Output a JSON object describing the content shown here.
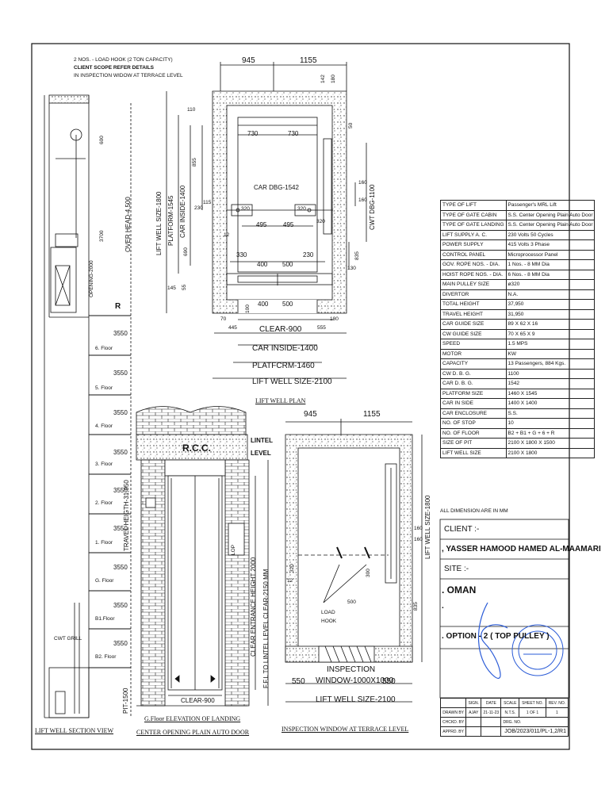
{
  "colors": {
    "ink": "#111111",
    "stamp": "#2a5bd7",
    "paper": "#ffffff"
  },
  "notes": {
    "hook_line1": "2 NOS. - LOAD HOOK (2 TON CAPACITY)",
    "hook_line2": "CLIENT SCOPE REFER DETAILS",
    "hook_line3": "IN INSPECTION WIDOW AT TERRACE LEVEL",
    "all_dimensions": "ALL DIMENSION ARE IN MM"
  },
  "section_view": {
    "title": "LIFT WELL SECTION VIEW",
    "overhead": "OVER HEAD-4,500",
    "travel_height": "TRAVEL HEIGTH-31,950",
    "pit": "PIT-1500",
    "opening": "OPENING-2000",
    "dim_600": "600",
    "dim_3700": "3700",
    "roof_marker": "R",
    "cwt_grill": "CWT GRILL",
    "floor_height": "3550",
    "floors": [
      "6. Floor",
      "5. Floor",
      "4. Floor",
      "3. Floor",
      "2. Floor",
      "1. Floor",
      "G. Floor",
      "B1.Floor",
      "B2. Floor"
    ]
  },
  "plan_view": {
    "title": "LIFT WELL PLAN",
    "top_945": "945",
    "top_1155": "1155",
    "dim_142": "142",
    "dim_180": "180",
    "dim_110": "110",
    "dim_730a": "730",
    "dim_730b": "730",
    "dim_50": "50",
    "car_dbg": "CAR DBG-1542",
    "cwt_dbg": "CWT DBG-1100",
    "lift_well_size_v": "LIFT WELL SIZE-1800",
    "platform_v": "PLATFORM-1545",
    "car_inside_v": "CAR INSIDE-1400",
    "dim_855": "855",
    "dim_690": "690",
    "dim_115": "115",
    "dim_230a": "230",
    "dim_320a": "320",
    "dim_320b": "320",
    "dim_320c": "320",
    "dim_12": "12",
    "dim_495a": "495",
    "dim_495b": "495",
    "dim_160a": "160",
    "dim_160b": "160",
    "dim_835": "835",
    "dim_130": "130",
    "dim_330": "330",
    "dim_400a": "400",
    "dim_500a": "500",
    "dim_230b": "230",
    "dim_145": "145",
    "dim_55": "55",
    "dim_70": "70",
    "dim_445": "445",
    "dim_100": "100",
    "dim_400b": "400",
    "dim_500b": "500",
    "dim_555": "555",
    "dim_180b": "180",
    "clear": "CLEAR-900",
    "car_inside": "CAR INSIDE-1400",
    "platform": "PLATFCRM-1460",
    "well": "LIFT WELL SIZE-2100"
  },
  "elevation_view": {
    "title_line1": "G.Floor ELEVATION OF LANDING",
    "title_line2": "CENTER OPENING PLAIN AUTO DOOR",
    "rcc": "R.C.C.",
    "lintel_line1": "LINTEL",
    "lintel_line2": "LEVEL",
    "clear_entrance": "CLEAR ENTRANCE HEIGHT 2000",
    "ffl_lintel": "F.F.L TO LINTEL LEVEL CLEAR-2150 MM",
    "clear": "CLEAR-900",
    "lop": "LOP"
  },
  "terrace_view": {
    "title": "INSPECTION WINDOW AT TERRACE LEVEL",
    "top_945": "945",
    "top_1155": "1155",
    "lift_well_v": "LIFT WELL SIZE-1800",
    "dim_160a": "160",
    "dim_160b": "160",
    "dim_835": "835",
    "dim_300": "300",
    "dim_500": "500",
    "dim_12": "12",
    "dim_320": "320",
    "load_hook_line1": "LOAD",
    "load_hook_line2": "HOOK",
    "inspection_line1": "INSPECTION",
    "inspection_line2": "WINDOW-1000X1000",
    "dim_550a": "550",
    "dim_550b": "550",
    "well": "LIFT WELL SIZE-2100"
  },
  "spec": [
    [
      "TYPE OF LIFT",
      "Passenger's MRL Lift"
    ],
    [
      "TYPE OF GATE CABIN",
      "S.S. Center Opening Plain Auto Door"
    ],
    [
      "TYPE OF GATE LANDING",
      "S.S. Center Opening Plain Auto Door"
    ],
    [
      "LIFT SUPPLY A. C.",
      "230 Volts 50 Cycles"
    ],
    [
      "POWER SUPPLY",
      "415 Volts 3 Phase"
    ],
    [
      "CONTROL PANEL",
      "Microprocessor Panel"
    ],
    [
      "GOV. ROPE NOS. - DIA.",
      "1 Nos. - 8 MM Dia"
    ],
    [
      "HOIST ROPE NOS. - DIA.",
      "6 Nos. - 8 MM Dia"
    ],
    [
      "MAIN PULLEY SIZE",
      "ø320"
    ],
    [
      "DIVERTOR",
      "N.A."
    ],
    [
      "TOTAL HEIGHT",
      "37,950"
    ],
    [
      "TRAVEL HEIGHT",
      "31,950"
    ],
    [
      "CAR GUIDE SIZE",
      "89 X 62 X 16"
    ],
    [
      "CW GUIDE SIZE",
      "70 X 65 X 9"
    ],
    [
      "SPEED",
      "1.5 MPS"
    ],
    [
      "MOTOR",
      "KW"
    ],
    [
      "CAPACITY",
      "13 Passengers, 884 Kgs."
    ],
    [
      "CW D. B. G.",
      "1100"
    ],
    [
      "CAR D. B. G.",
      "1542"
    ],
    [
      "PLATFORM SIZE",
      "1460 X 1545"
    ],
    [
      "CAR IN SIDE",
      "1400 X 1400"
    ],
    [
      "CAR ENCLOSURE",
      "S.S."
    ],
    [
      "NO. OF STOP",
      "10"
    ],
    [
      "NO. OF FLOOR",
      "B2 + B1 + G + 6 + R"
    ],
    [
      "SIZE OF PIT",
      "2100 X 1800 X 1500"
    ],
    [
      "LIFT WELL SIZE",
      "2100 X 1800"
    ]
  ],
  "client": {
    "client_label": "CLIENT :-",
    "client_name": ", YASSER HAMOOD HAMED AL-MAAMARI",
    "site_label": "SITE :-",
    "site_name": ". OMAN",
    "dot": ".",
    "option": ". OPTION - 2 ( TOP PULLEY )"
  },
  "title_block": {
    "h_sign": "SIGN.",
    "h_date": "DATE",
    "h_scale": "SCALE",
    "h_sheet": "SHEET NO.",
    "h_rev": "REV. NO.",
    "drawn_by": "DRAWN BY",
    "sign": "AJAY",
    "date": "21-11-23",
    "scale": "N.T.S.",
    "sheet": "1 OF 1",
    "rev": "1",
    "checked_by": "CHCKD. BY",
    "approved_by": "APPRD. BY",
    "drg_no_label": "DRG. NO.",
    "drg_no": "JOB/2023/011/PL-1,2/R1"
  }
}
